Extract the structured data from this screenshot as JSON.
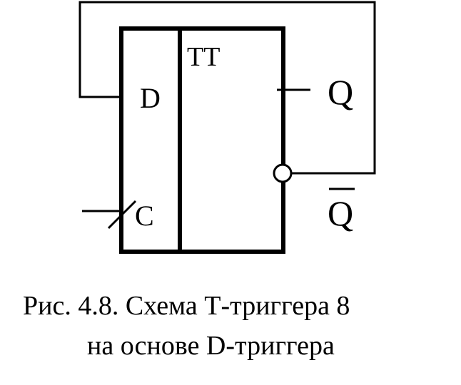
{
  "diagram": {
    "block_label": "TT",
    "inputs": {
      "d_label": "D",
      "c_label": "C"
    },
    "outputs": {
      "q_label": "Q",
      "q_bar_label": "Q"
    },
    "line_color": "#000000",
    "background_color": "#ffffff"
  },
  "caption": {
    "line1": "Рис. 4.8. Схема Т-триггера 8",
    "line2": "на основе D-триггера"
  }
}
